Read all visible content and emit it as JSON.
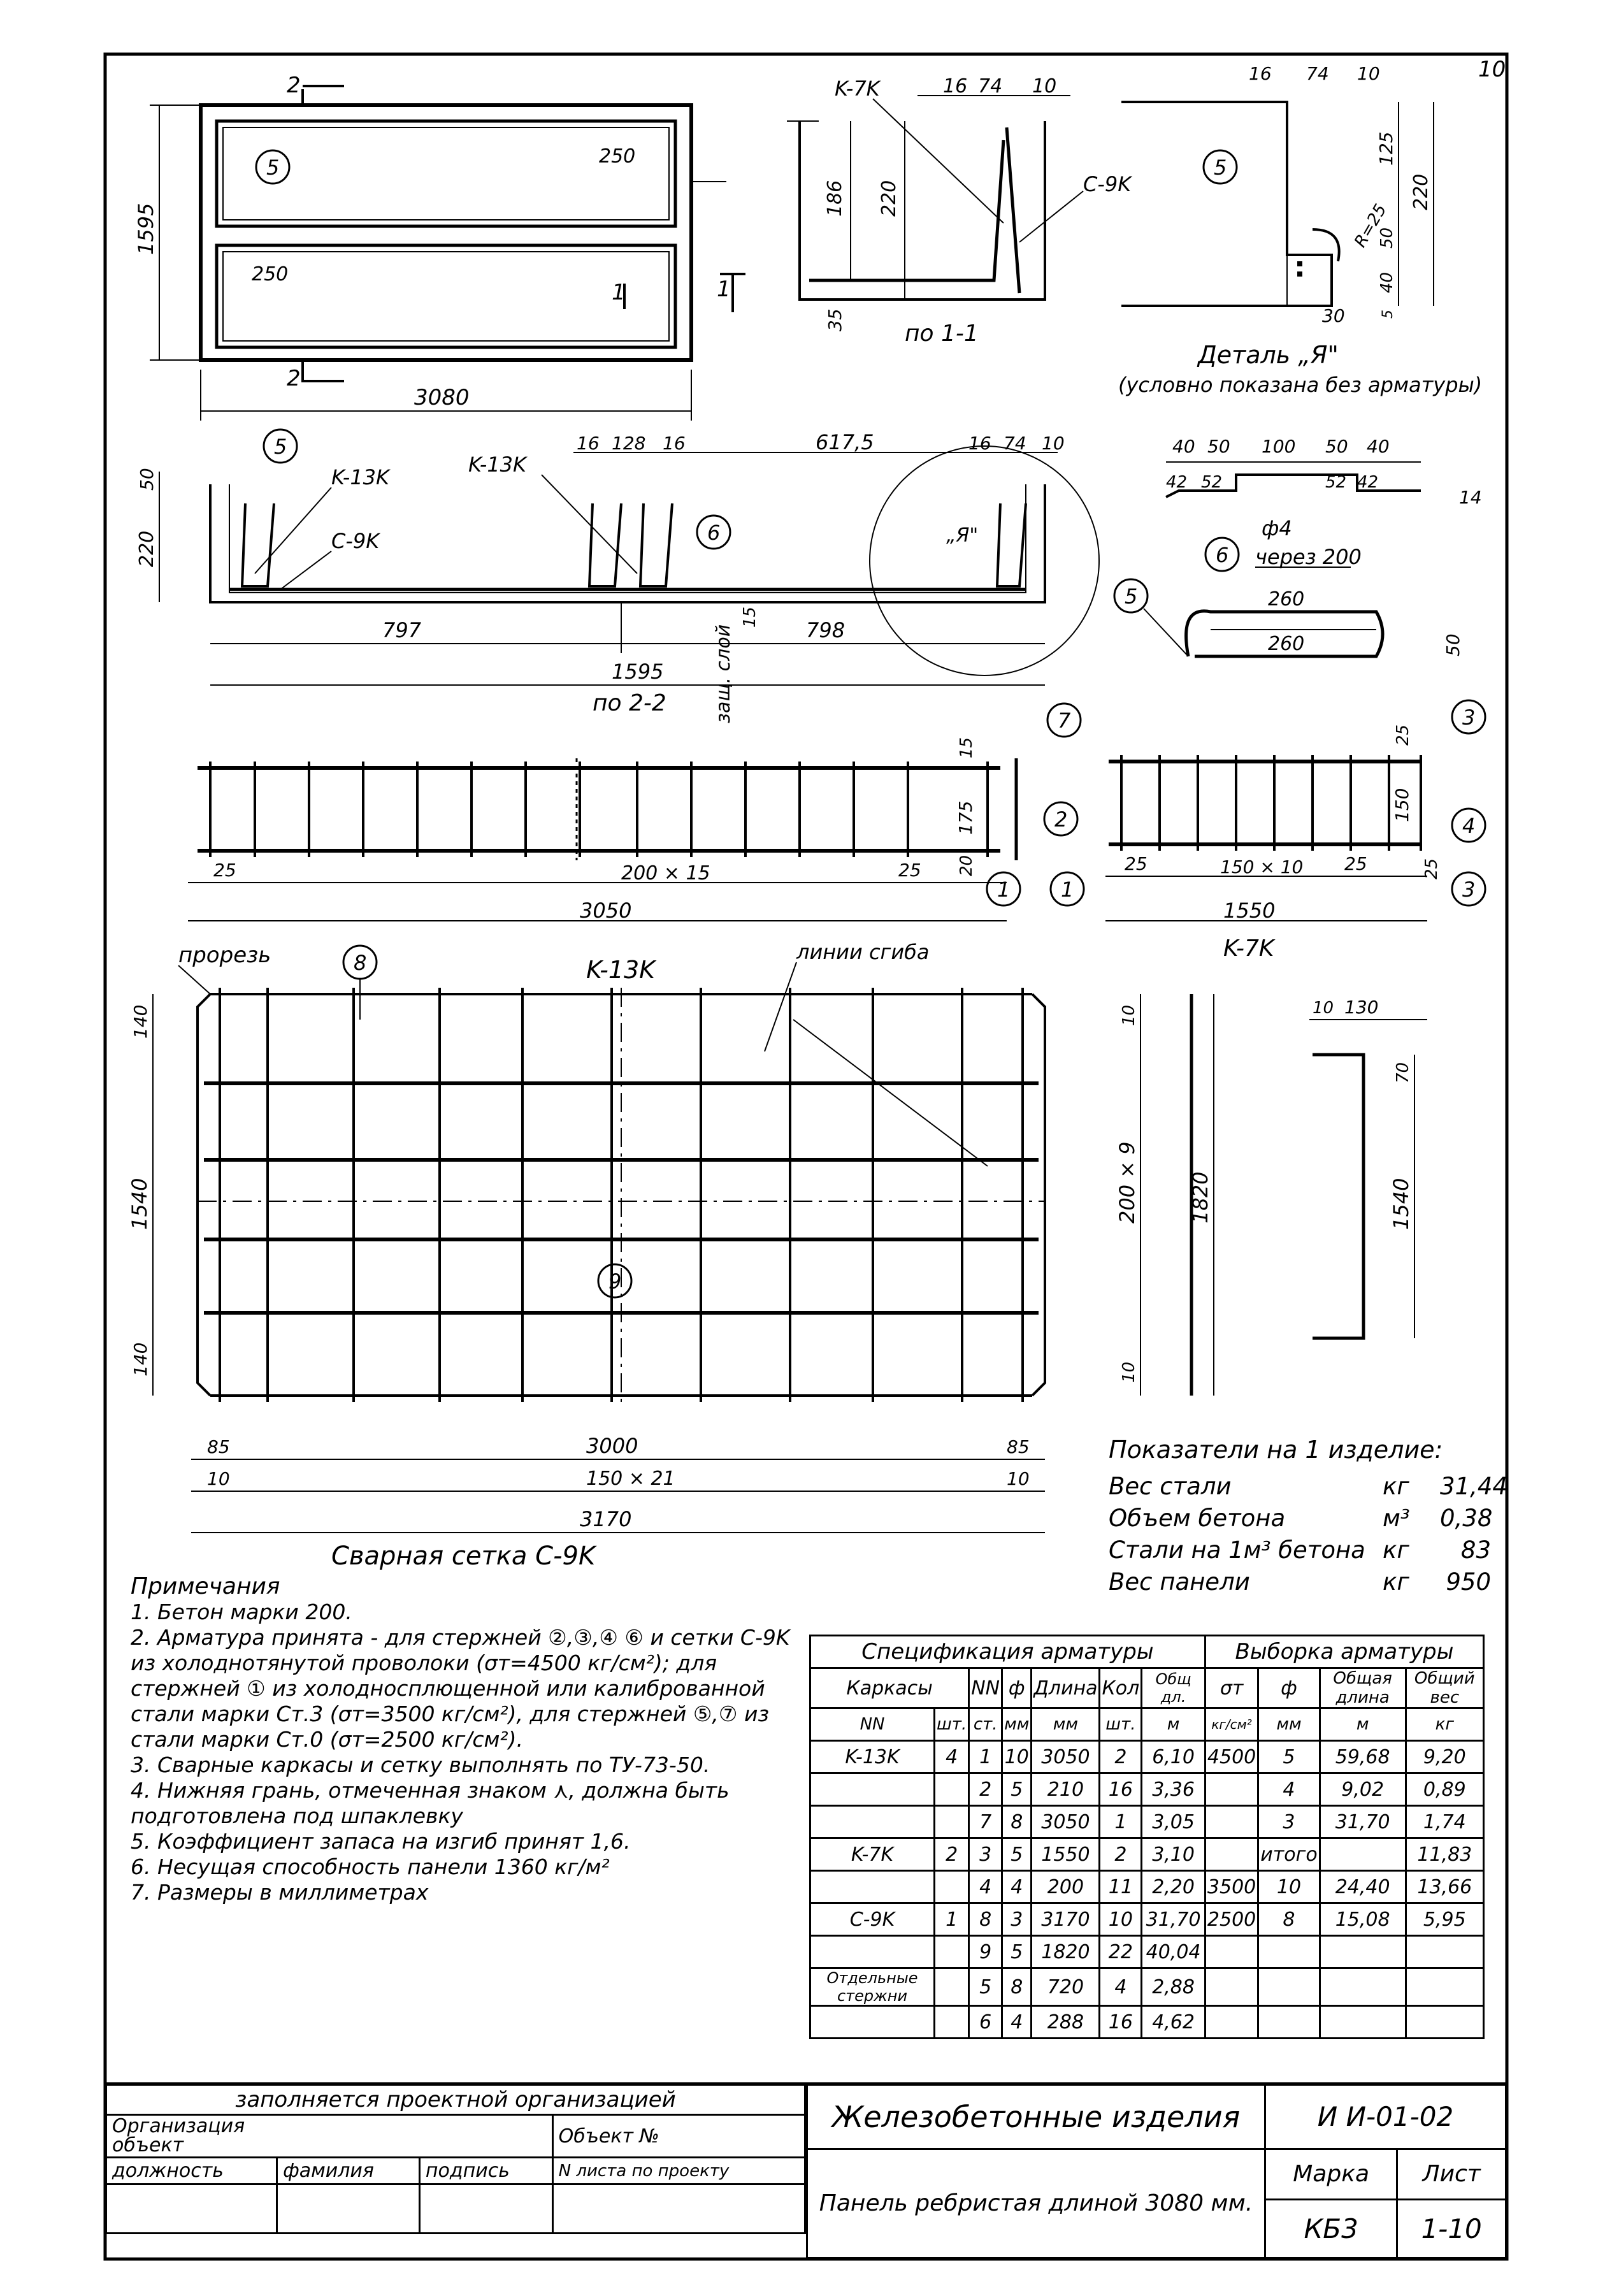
{
  "sheet_number": "10",
  "drawings": {
    "panel_plan": {
      "width": "3080",
      "height": "1595",
      "section_mark": "2",
      "section_mark_1": "1",
      "dim_250": "250",
      "marker": "5"
    },
    "section_1_1": {
      "title": "по 1-1",
      "frame_label": "K-7K",
      "mesh_label": "C-9K",
      "dims": [
        "16",
        "74",
        "10",
        "186",
        "220",
        "35"
      ]
    },
    "detail_a": {
      "title": "Деталь „Я\"",
      "subtitle": "(условно показана без арматуры)",
      "dims": [
        "16",
        "74",
        "10",
        "125",
        "220",
        "50",
        "40",
        "5",
        "30",
        "R=25"
      ],
      "marker": "5"
    },
    "section_2_2": {
      "title": "по 2-2",
      "labels": [
        "K-13K",
        "K-13K",
        "C-9K"
      ],
      "dims_top": [
        "16",
        "128",
        "16",
        "617,5",
        "16",
        "74",
        "10"
      ],
      "dims_side": [
        "50",
        "220"
      ],
      "dim_797": "797",
      "dim_798": "798",
      "dim_1595": "1595",
      "cover_label": "защ. слой",
      "cover_value": "15",
      "detail_mark": "„Я\"",
      "markers": [
        "5",
        "6"
      ]
    },
    "bar_6": {
      "dims": [
        "40",
        "50",
        "100",
        "50",
        "40",
        "42",
        "52",
        "52",
        "42",
        "14"
      ],
      "diameter": "ф4",
      "step": "через 200",
      "marker": "6"
    },
    "bar_5": {
      "dim_top": "260",
      "dim_bottom": "260",
      "dim_side": "50",
      "marker": "5"
    },
    "frame_k13k": {
      "dims": [
        "25",
        "200 × 15",
        "25",
        "3050",
        "15",
        "175",
        "20"
      ],
      "markers": [
        "7",
        "2",
        "1",
        "1"
      ]
    },
    "frame_k7k": {
      "title": "K-7K",
      "dims": [
        "25",
        "150 × 10",
        "25",
        "1550",
        "25",
        "150",
        "25"
      ],
      "markers": [
        "3",
        "4",
        "3"
      ]
    },
    "mesh_c9k": {
      "title": "Сварная сетка C-9K",
      "center_label": "K-13K",
      "cut_label": "прорезь",
      "bend_label": "линии сгиба",
      "markers": [
        "8",
        "9"
      ],
      "dims_side": [
        "140",
        "1540",
        "140"
      ],
      "dims_bottom": [
        "85",
        "3000",
        "85",
        "10",
        "150 × 21",
        "10",
        "3170"
      ]
    },
    "bar_9": {
      "dims": [
        "10",
        "200 × 9",
        "10",
        "1820"
      ]
    },
    "bar_8": {
      "dims": [
        "10",
        "130",
        "70",
        "1540"
      ]
    }
  },
  "indicators": {
    "title": "Показатели на 1 изделие:",
    "rows": [
      {
        "label": "Вес стали",
        "unit": "кг",
        "value": "31,44"
      },
      {
        "label": "Объем бетона",
        "unit": "м³",
        "value": "0,38"
      },
      {
        "label": "Стали на 1м³ бетона",
        "unit": "кг",
        "value": "83"
      },
      {
        "label": "Вес панели",
        "unit": "кг",
        "value": "950"
      }
    ]
  },
  "notes": {
    "title": "Примечания",
    "items": [
      "1. Бетон марки 200.",
      "2. Арматура принята - для стержней ②,③,④ ⑥ и сетки C-9K из холоднотянутой проволоки (σт=4500 кг/см²); для стержней ① из холодносплющенной или калиброванной стали марки Ст.3 (σт=3500 кг/см²), для стержней ⑤,⑦ из стали марки Ст.0 (σт=2500 кг/см²).",
      "3. Сварные каркасы и сетку выполнять по ТУ-73-50.",
      "4. Нижняя грань, отмеченная знаком ⋏, должна быть подготовлена под шпаклевку",
      "5. Коэффициент запаса на изгиб принят 1,6.",
      "6. Несущая способность панели 1360 кг/м²",
      "7. Размеры в миллиметрах"
    ]
  },
  "spec_table": {
    "title": "Спецификация арматуры",
    "title_right": "Выборка арматуры",
    "headers": {
      "frames": "Каркасы",
      "nn": "NN",
      "phi": "ф",
      "length": "Длина",
      "qty": "Кол",
      "total": "Общ дл.",
      "st": "σт",
      "phi2": "ф",
      "total_len": "Общая длина",
      "total_w": "Общий вес",
      "frames_nn": "NN",
      "frames_pcs": "шт.",
      "units_nn": "ст.",
      "units_mm": "мм",
      "units_len": "мм",
      "units_pcs": "шт.",
      "units_m": "м",
      "units_st": "кг/см²",
      "units_phi": "мм",
      "units_tl": "м",
      "units_tw": "кг"
    },
    "rows": [
      {
        "name": "K-13K",
        "pcs": "4",
        "nn": "1",
        "phi": "10",
        "len": "3050",
        "qty": "2",
        "tot": "6,10"
      },
      {
        "name": "",
        "pcs": "",
        "nn": "2",
        "phi": "5",
        "len": "210",
        "qty": "16",
        "tot": "3,36"
      },
      {
        "name": "",
        "pcs": "",
        "nn": "7",
        "phi": "8",
        "len": "3050",
        "qty": "1",
        "tot": "3,05"
      },
      {
        "name": "K-7K",
        "pcs": "2",
        "nn": "3",
        "phi": "5",
        "len": "1550",
        "qty": "2",
        "tot": "3,10"
      },
      {
        "name": "",
        "pcs": "",
        "nn": "4",
        "phi": "4",
        "len": "200",
        "qty": "11",
        "tot": "2,20"
      },
      {
        "name": "C-9K",
        "pcs": "1",
        "nn": "8",
        "phi": "3",
        "len": "3170",
        "qty": "10",
        "tot": "31,70"
      },
      {
        "name": "",
        "pcs": "",
        "nn": "9",
        "phi": "5",
        "len": "1820",
        "qty": "22",
        "tot": "40,04"
      },
      {
        "name": "Отдельные стержни",
        "pcs": "",
        "nn": "5",
        "phi": "8",
        "len": "720",
        "qty": "4",
        "tot": "2,88"
      },
      {
        "name": "",
        "pcs": "",
        "nn": "6",
        "phi": "4",
        "len": "288",
        "qty": "16",
        "tot": "4,62"
      }
    ],
    "selection": [
      {
        "st": "4500",
        "phi": "5",
        "len": "59,68",
        "w": "9,20"
      },
      {
        "st": "",
        "phi": "4",
        "len": "9,02",
        "w": "0,89"
      },
      {
        "st": "",
        "phi": "3",
        "len": "31,70",
        "w": "1,74"
      },
      {
        "st": "",
        "phi": "итого",
        "len": "",
        "w": "11,83"
      },
      {
        "st": "3500",
        "phi": "10",
        "len": "24,40",
        "w": "13,66"
      },
      {
        "st": "2500",
        "phi": "8",
        "len": "15,08",
        "w": "5,95"
      }
    ]
  },
  "title_block": {
    "filled_by": "заполняется проектной организацией",
    "organization": "Организация",
    "object": "объект",
    "object_no": "Объект №",
    "position": "должность",
    "surname": "фамилия",
    "signature": "подпись",
    "sheet_no_project": "N листа по проекту",
    "series_title": "Железобетонные изделия",
    "series_code": "И И-01-02",
    "product": "Панель ребристая длиной 3080 мм.",
    "mark_label": "Марка",
    "sheet_label": "Лист",
    "mark_value": "КБ3",
    "sheet_value": "1-10"
  }
}
